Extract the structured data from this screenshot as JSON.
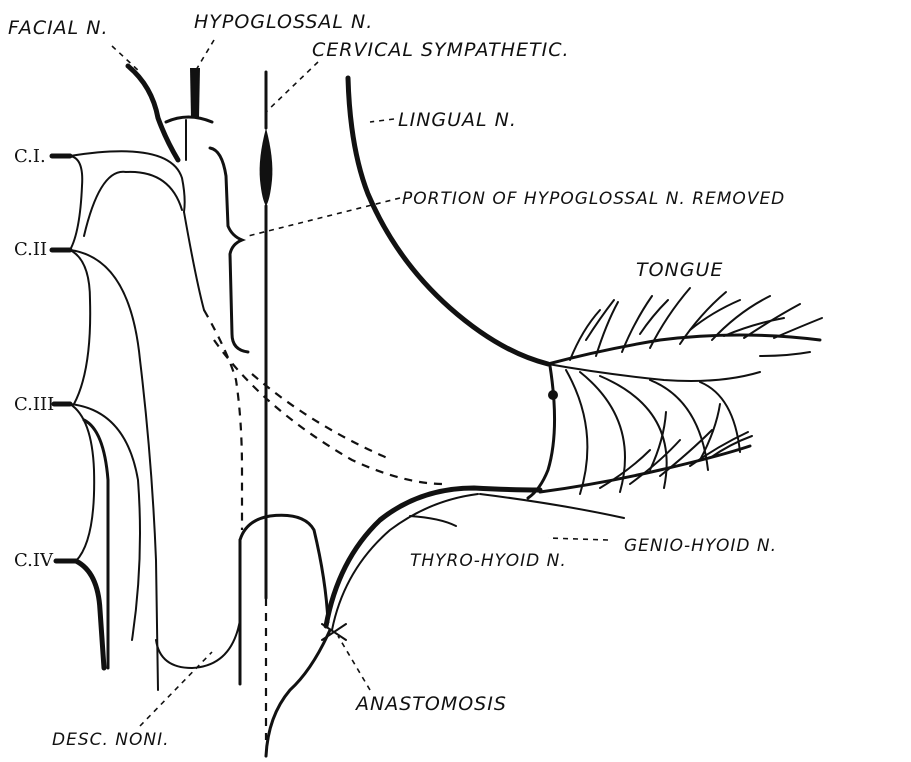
{
  "labels": {
    "facial": "FACIAL N.",
    "hypoglossal": "HYPOGLOSSAL N.",
    "cervical_sympathetic": "CERVICAL SYMPATHETIC.",
    "lingual": "LINGUAL N.",
    "portion_removed": "PORTION OF HYPOGLOSSAL N. REMOVED",
    "tongue": "TONGUE",
    "genio_hyoid": "GENIO-HYOID N.",
    "thyro_hyoid": "THYRO-HYOID N.",
    "anastomosis": "ANASTOMOSIS",
    "desc_noni": "DESC. NONI."
  },
  "cervical_roots": [
    "C.I.",
    "C.II",
    "C.III",
    "C.IV"
  ]
}
